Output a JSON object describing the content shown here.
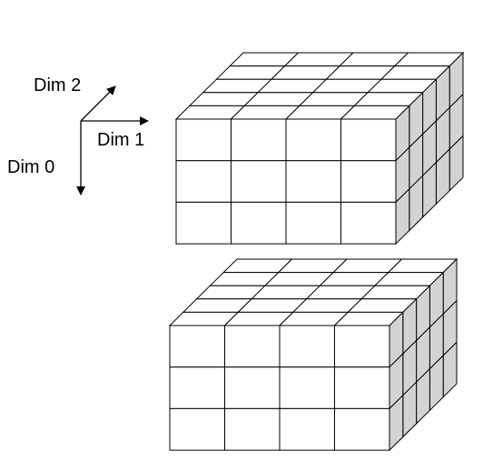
{
  "axes": {
    "dim0_label": "Dim 0",
    "dim1_label": "Dim 1",
    "dim2_label": "Dim 2"
  },
  "tensor": {
    "dim0_size": 3,
    "dim1_size": 4,
    "dim2_size": 5
  },
  "blocks": [
    {
      "name": "top-block"
    },
    {
      "name": "bottom-block"
    }
  ],
  "colors": {
    "front_face": "#ffffff",
    "top_face": "#ffffff",
    "side_face": "#d3d3d3",
    "stroke": "#000000"
  }
}
